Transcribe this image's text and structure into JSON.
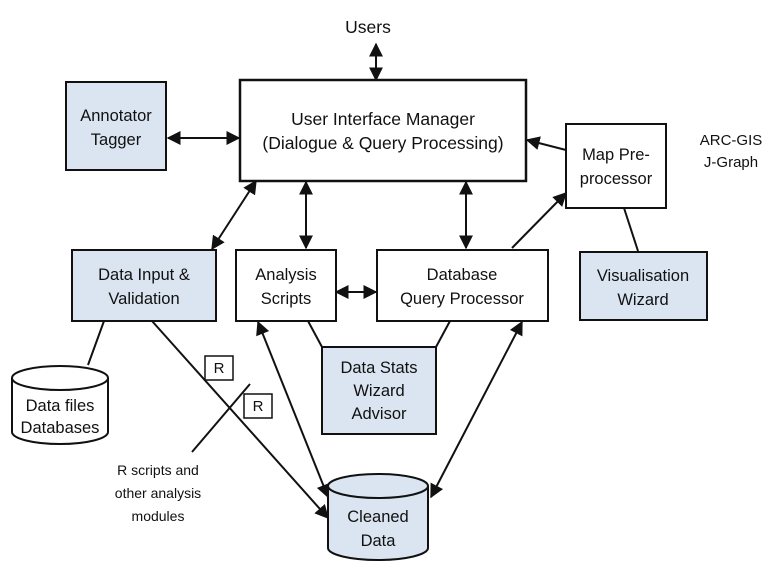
{
  "colors": {
    "shaded_fill": "#dbe5f1",
    "plain_fill": "#ffffff",
    "stroke": "#111111"
  },
  "nodes": {
    "users": {
      "label": "Users"
    },
    "uim": {
      "line1": "User Interface Manager",
      "line2": "(Dialogue & Query Processing)"
    },
    "annotator": {
      "line1": "Annotator",
      "line2": "Tagger"
    },
    "map_pre": {
      "line1": "Map Pre-",
      "line2": "processor"
    },
    "arc_gis": {
      "line1": "ARC-GIS",
      "line2": "J-Graph"
    },
    "data_input": {
      "line1": "Data Input &",
      "line2": "Validation"
    },
    "analysis": {
      "line1": "Analysis",
      "line2": "Scripts"
    },
    "dbqp": {
      "line1": "Database",
      "line2": "Query Processor"
    },
    "visual": {
      "line1": "Visualisation",
      "line2": "Wizard"
    },
    "data_stats": {
      "line1": "Data Stats",
      "line2": "Wizard",
      "line3": "Advisor"
    },
    "data_files": {
      "line1": "Data files",
      "line2": "Databases"
    },
    "r_badge_1": {
      "label": "R"
    },
    "r_badge_2": {
      "label": "R"
    },
    "r_scripts": {
      "line1": "R scripts and",
      "line2": "other analysis",
      "line3": "modules"
    },
    "cleaned": {
      "line1": "Cleaned",
      "line2": "Data"
    }
  }
}
